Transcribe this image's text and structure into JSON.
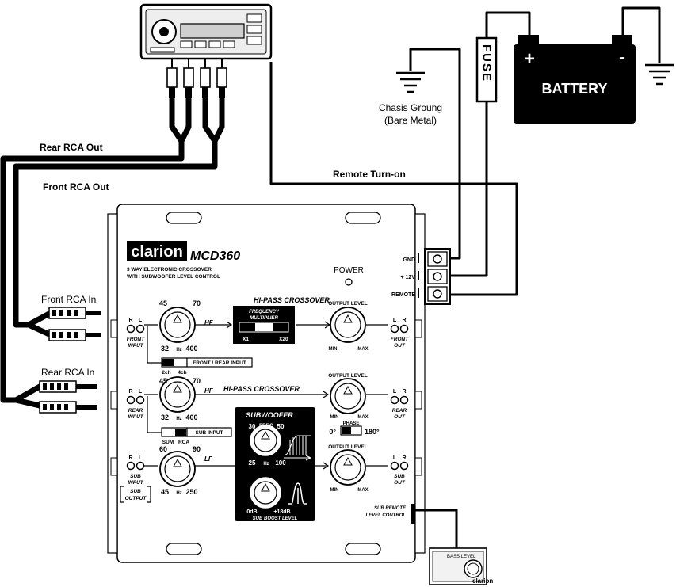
{
  "labels": {
    "rear_rca_out": "Rear RCA Out",
    "front_rca_out": "Front RCA Out",
    "remote_turn_on": "Remote Turn-on",
    "chassis_ground_1": "Chasis Groung",
    "chassis_ground_2": "(Bare Metal)",
    "fuse": "FUSE",
    "battery": "BATTERY",
    "battery_plus": "+",
    "battery_minus": "-",
    "front_rca_in": "Front RCA In",
    "rear_rca_in": "Rear RCA In"
  },
  "unit": {
    "brand": "clarion",
    "model": "MCD360",
    "desc_line1": "3 WAY ELECTRONIC CROSSOVER",
    "desc_line2": "WITH SUBWOOFER LEVEL CONTROL",
    "power": "POWER",
    "terminal_gnd": "GND",
    "terminal_12v": "+ 12V",
    "terminal_remote": "REMOTE"
  },
  "front_row": {
    "r": "R",
    "l": "L",
    "input1": "FRONT",
    "input2": "INPUT",
    "knob_min": "32",
    "knob_left": "45",
    "knob_right": "70",
    "knob_max": "400",
    "hz": "Hz",
    "hpf": "HF",
    "section_title": "HI-PASS CROSSOVER",
    "mult_title1": "FREQUENCY",
    "mult_title2": "MULTIPLIER",
    "mult_x1": "X1",
    "mult_x20": "X20",
    "output_level": "OUTPUT LEVEL",
    "out_min": "MIN",
    "out_max": "MAX",
    "out_l": "L",
    "out_r": "R",
    "out1": "FRONT",
    "out2": "OUT"
  },
  "switch_front_rear": {
    "opt1": "2ch",
    "opt2": "4ch",
    "label": "FRONT / REAR INPUT"
  },
  "rear_row": {
    "r": "R",
    "l": "L",
    "input1": "REAR",
    "input2": "INPUT",
    "knob_min": "32",
    "knob_left": "45",
    "knob_right": "70",
    "knob_max": "400",
    "hz": "Hz",
    "hpf": "HF",
    "section_title": "HI-PASS CROSSOVER",
    "output_level": "OUTPUT LEVEL",
    "out_min": "MIN",
    "out_max": "MAX",
    "out_l": "L",
    "out_r": "R",
    "out1": "REAR",
    "out2": "OUT",
    "phase": "PHASE",
    "phase_0": "0°",
    "phase_180": "180°"
  },
  "switch_sub": {
    "opt1": "SUM",
    "opt2": "RCA",
    "label": "SUB INPUT"
  },
  "sub_row": {
    "r": "R",
    "l": "L",
    "input1": "SUB",
    "input2": "INPUT",
    "sub_output1": "SUB",
    "sub_output2": "OUTPUT",
    "knob_min": "45",
    "knob_left": "60",
    "knob_right": "90",
    "knob_max": "250",
    "hz": "Hz",
    "lpf": "LF",
    "output_level": "OUTPUT LEVEL",
    "out_min": "MIN",
    "out_max": "MAX",
    "out_l": "L",
    "out_r": "R",
    "out1": "SUB",
    "out2": "OUT"
  },
  "subwoofer_panel": {
    "title": "SUBWOOFER",
    "freq": "FREQ",
    "f30": "30",
    "f50": "50",
    "f25": "25",
    "f100": "100",
    "hz": "Hz",
    "db0": "0dB",
    "db18": "+18dB",
    "boost": "SUB BOOST LEVEL"
  },
  "remote": {
    "label1": "SUB REMOTE",
    "label2": "LEVEL CONTROL",
    "module_title": "BASS LEVEL",
    "module_brand": "clarion"
  }
}
